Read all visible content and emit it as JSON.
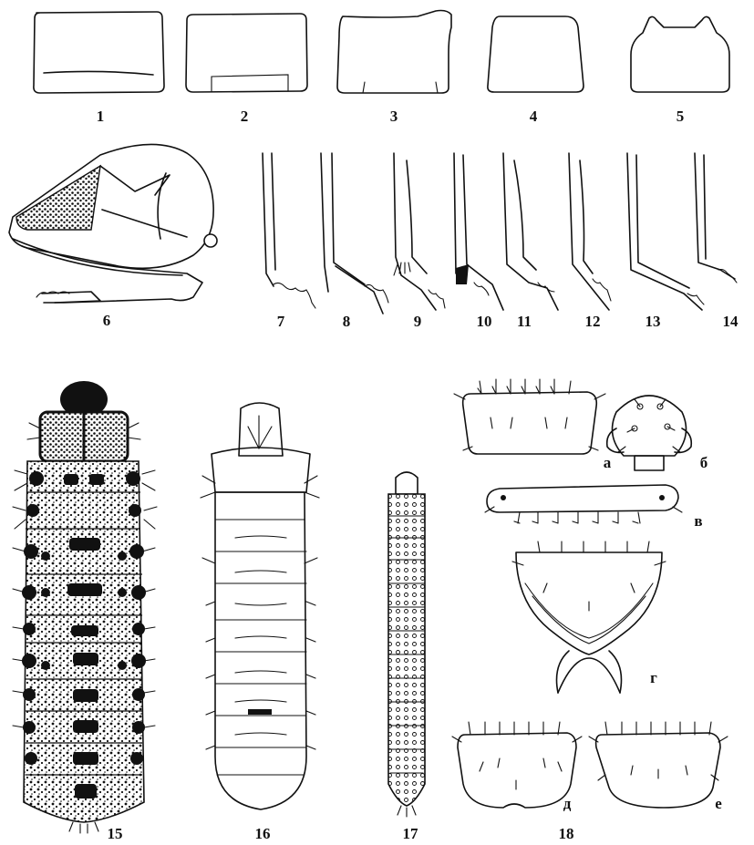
{
  "figure": {
    "labels": [
      "1",
      "2",
      "3",
      "4",
      "5",
      "6",
      "7",
      "8",
      "9",
      "10",
      "11",
      "12",
      "13",
      "14",
      "15",
      "16",
      "17",
      "18"
    ],
    "sublabels": [
      "а",
      "б",
      "в",
      "г",
      "д",
      "е"
    ]
  }
}
